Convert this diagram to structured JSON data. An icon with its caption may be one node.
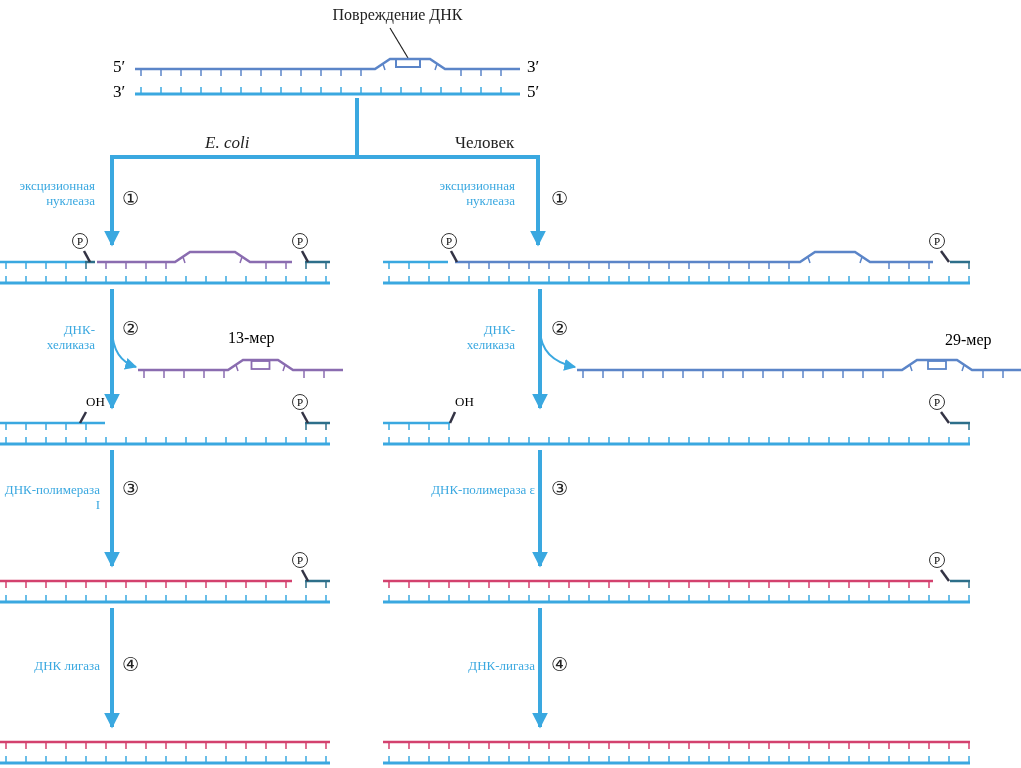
{
  "diagram": {
    "nodes": [
      {
        "text": [
          "Повреждение ДНК"
        ]
      },
      {
        "text": [],
        "shape": "picture",
        "beside": [
          "5′",
          "3′",
          "3′",
          "5′"
        ]
      },
      {
        "text": [],
        "shape": "box",
        "in": 1
      },
      {
        "text": [],
        "shape": "picture",
        "beside": [
          "P",
          "P"
        ]
      },
      {
        "text": [],
        "shape": "picture",
        "beside": [
          "P",
          "P"
        ]
      },
      {
        "text": [],
        "shape": "picture",
        "beside": [
          "13-мер"
        ]
      },
      {
        "text": [],
        "shape": "picture",
        "beside": [
          "29-мер"
        ]
      },
      {
        "text": [],
        "shape": "picture",
        "beside": [
          "OH",
          "P"
        ]
      },
      {
        "text": [],
        "shape": "picture",
        "beside": [
          "OH",
          "P"
        ]
      },
      {
        "text": [],
        "shape": "picture",
        "beside": [
          "P"
        ]
      },
      {
        "text": [],
        "shape": "picture",
        "beside": [
          "P"
        ]
      },
      {
        "text": [],
        "shape": "picture"
      },
      {
        "text": [],
        "shape": "picture"
      }
    ],
    "edges": [
      {
        "from": 0,
        "to": 2,
        "arrow": "none",
        "color": "#222222"
      },
      {
        "from": 1,
        "to": 3,
        "arrow": "to",
        "label": "E. coli"
      },
      {
        "from": 1,
        "to": 4,
        "arrow": "to",
        "label": "Человек"
      },
      {
        "from": 3,
        "to": 7,
        "arrow": "to"
      },
      {
        "from": 3,
        "to": 5,
        "arrow": "to"
      },
      {
        "from": 4,
        "to": 8,
        "arrow": "to"
      },
      {
        "from": 4,
        "to": 6,
        "arrow": "to"
      },
      {
        "from": 7,
        "to": 9,
        "arrow": "to"
      },
      {
        "from": 8,
        "to": 10,
        "arrow": "to"
      },
      {
        "from": 9,
        "to": 11,
        "arrow": "to"
      },
      {
        "from": 10,
        "to": 12,
        "arrow": "to"
      }
    ],
    "labels": [
      "эксцизионная нуклеаза",
      "①",
      "эксцизионная нуклеаза",
      "①",
      "ДНК-хеликаза",
      "②",
      "ДНК-хеликаза",
      "②",
      "ДНК-полимераза I",
      "③",
      "ДНК-полимераза ε",
      "③",
      "ДНК лигаза",
      "④",
      "ДНК-лигаза",
      "④"
    ]
  }
}
